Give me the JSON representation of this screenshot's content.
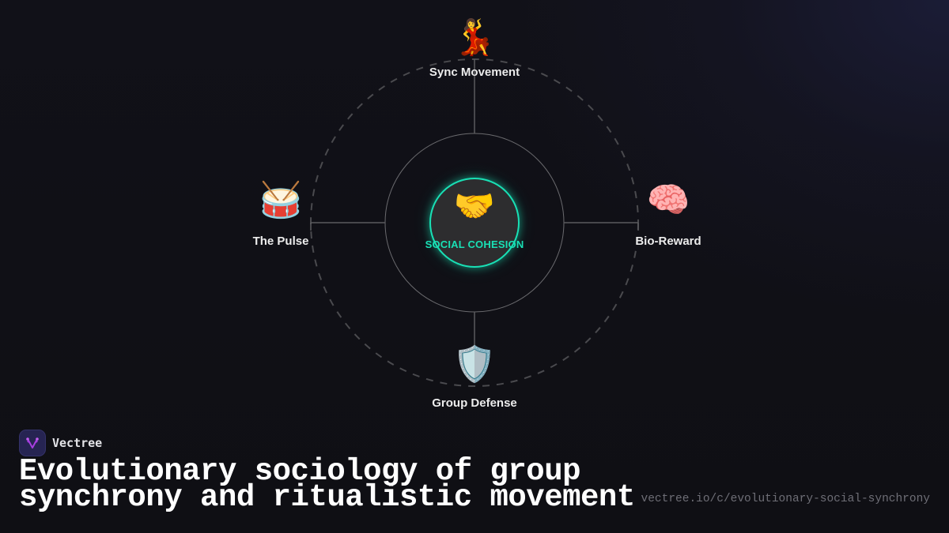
{
  "diagram": {
    "center": {
      "label": "SOCIAL COHESION",
      "icon": "handshake-icon",
      "emoji": "🤝",
      "accent_color": "#19e0b5"
    },
    "nodes": [
      {
        "position": "top",
        "label": "Sync Movement",
        "icon": "dancer-icon",
        "emoji": "💃"
      },
      {
        "position": "left",
        "label": "The Pulse",
        "icon": "drum-icon",
        "emoji": "🥁"
      },
      {
        "position": "right",
        "label": "Bio-Reward",
        "icon": "brain-icon",
        "emoji": "🧠"
      },
      {
        "position": "bottom",
        "label": "Group Defense",
        "icon": "shield-icon",
        "emoji": "🛡️"
      }
    ],
    "colors": {
      "background": "#0f0f14",
      "connector": "#5a5a5e",
      "dashed_ring": "#4a4a4e",
      "inner_ring": "#6a6a6e",
      "label_text": "#ececec"
    }
  },
  "footer": {
    "brand": {
      "name": "Vectree",
      "logo_icon": "vectree-logo-icon",
      "logo_color": "#a63ee0"
    },
    "title_lines": [
      "Evolutionary sociology of group",
      "synchrony and ritualistic movement"
    ],
    "url": "vectree.io/c/evolutionary-social-synchrony"
  }
}
